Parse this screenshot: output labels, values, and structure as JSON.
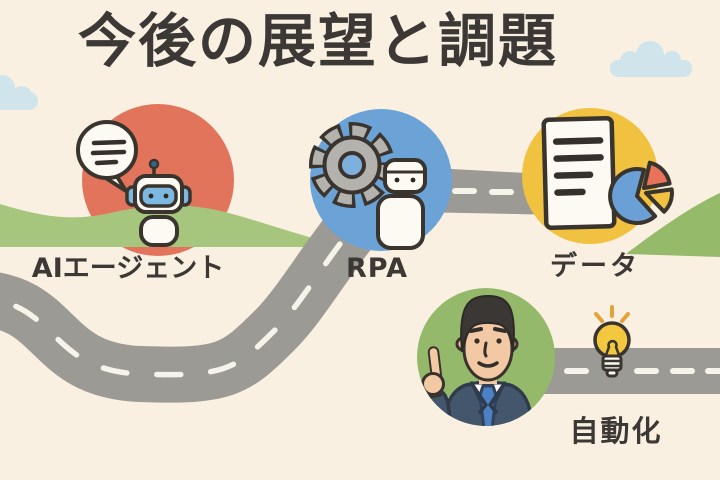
{
  "title": "今後の展望と調題",
  "nodes": [
    {
      "id": "ai-agent",
      "label": "AIエージェント",
      "circle_color": "#e1745b",
      "icon": "chat-robot-icon"
    },
    {
      "id": "rpa",
      "label": "RPA",
      "circle_color": "#6ba3d6",
      "icon": "gear-robot-icon"
    },
    {
      "id": "data",
      "label": "データ",
      "circle_color": "#f1c140",
      "icon": "document-pie-chart-icon"
    },
    {
      "id": "automation",
      "label": "自動化",
      "circle_color": "#95b96a",
      "icon": "businessman-pointing-icon"
    }
  ],
  "decorations": {
    "background_color": "#faf0e1",
    "text_color": "#3b3835",
    "road_color": "#9c9a95",
    "road_dash_color": "#f6f3ea",
    "hill_left_color": "#a6c67e",
    "hill_right_color": "#94ba6a",
    "cloud_color": "#cfe4eb",
    "outline_color": "#3a342e",
    "lightbulb_color": "#f4c83e",
    "pie_colors": {
      "blue": "#6ba0d6",
      "red": "#e8735a",
      "yellow": "#f1c140"
    }
  }
}
